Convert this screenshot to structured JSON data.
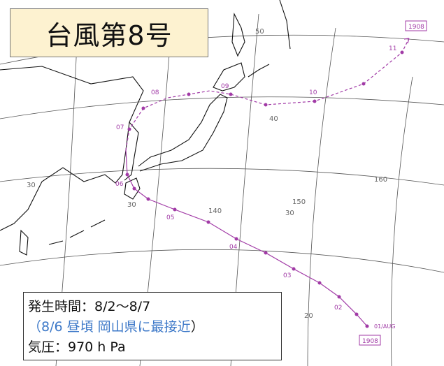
{
  "title": "台風第8号",
  "info": {
    "occurrence": "発生時間：8/2〜8/7",
    "approach_open": "（",
    "approach_text": "8/6 昼頃 岡山県に最接近",
    "approach_close": "）",
    "pressure": "気圧：970 h Pa"
  },
  "track_labels": {
    "typhoon_id_top": "1908",
    "typhoon_id_bottom": "1908",
    "start_label": "01/AUG",
    "days": [
      "02",
      "03",
      "04",
      "05",
      "06",
      "07",
      "08",
      "09",
      "10",
      "11"
    ]
  },
  "grid_labels": {
    "lat_50": "50",
    "lat_40": "40",
    "lat_30_left": "30",
    "lat_30_right": "30",
    "lat_20": "20",
    "lon_140": "140",
    "lon_150": "150",
    "lon_160": "160",
    "lon_130": "30"
  },
  "colors": {
    "track": "#a13aa6",
    "title_bg": "#fdf2d0",
    "approach_text": "#3c78c8"
  }
}
